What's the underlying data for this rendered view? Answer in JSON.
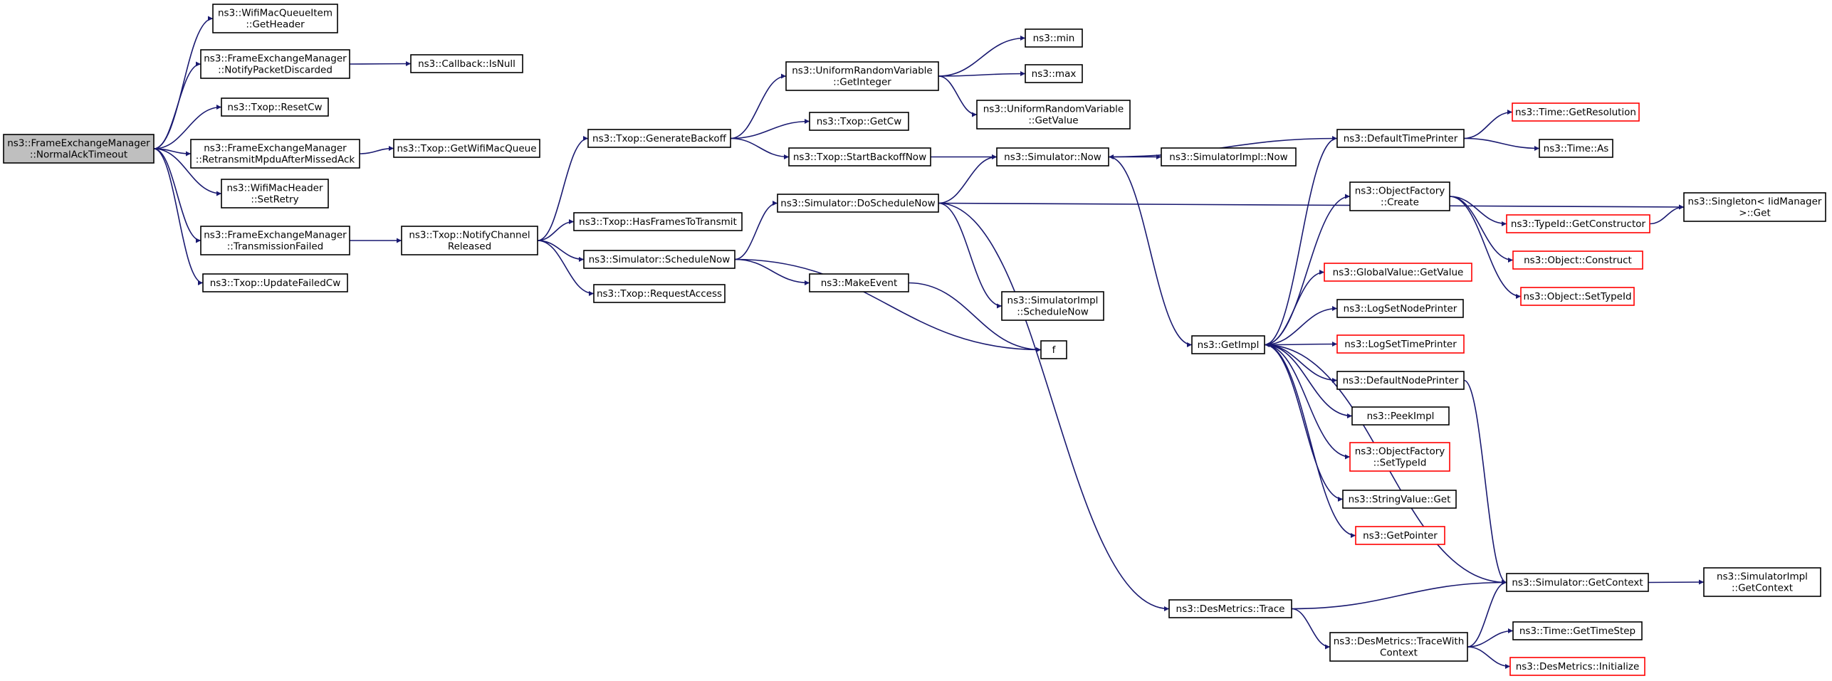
{
  "colors": {
    "edge": "#191970",
    "node_border": "#000000",
    "node_border_undocumented": "#ff0000",
    "root_fill": "#bfbfbf",
    "node_fill": "#ffffff"
  },
  "nodes": [
    {
      "id": "n0",
      "lines": [
        "ns3::FrameExchangeManager",
        "::NormalAckTimeout"
      ],
      "style": "root"
    },
    {
      "id": "n1",
      "lines": [
        "ns3::WifiMacQueueItem",
        "::GetHeader"
      ],
      "style": "normal"
    },
    {
      "id": "n2",
      "lines": [
        "ns3::FrameExchangeManager",
        "::NotifyPacketDiscarded"
      ],
      "style": "normal"
    },
    {
      "id": "n3",
      "lines": [
        "ns3::Callback::IsNull"
      ],
      "style": "normal"
    },
    {
      "id": "n4",
      "lines": [
        "ns3::Txop::ResetCw"
      ],
      "style": "normal"
    },
    {
      "id": "n5",
      "lines": [
        "ns3::FrameExchangeManager",
        "::RetransmitMpduAfterMissedAck"
      ],
      "style": "normal"
    },
    {
      "id": "n6",
      "lines": [
        "ns3::Txop::GetWifiMacQueue"
      ],
      "style": "normal"
    },
    {
      "id": "n7",
      "lines": [
        "ns3::WifiMacHeader",
        "::SetRetry"
      ],
      "style": "normal"
    },
    {
      "id": "n8",
      "lines": [
        "ns3::FrameExchangeManager",
        "::TransmissionFailed"
      ],
      "style": "normal"
    },
    {
      "id": "n9",
      "lines": [
        "ns3::Txop::NotifyChannel",
        "Released"
      ],
      "style": "normal"
    },
    {
      "id": "n10",
      "lines": [
        "ns3::Txop::UpdateFailedCw"
      ],
      "style": "normal"
    },
    {
      "id": "n11",
      "lines": [
        "ns3::Txop::GenerateBackoff"
      ],
      "style": "normal"
    },
    {
      "id": "n12",
      "lines": [
        "ns3::Txop::HasFramesToTransmit"
      ],
      "style": "normal"
    },
    {
      "id": "n13",
      "lines": [
        "ns3::Simulator::ScheduleNow"
      ],
      "style": "normal"
    },
    {
      "id": "n14",
      "lines": [
        "ns3::Txop::RequestAccess"
      ],
      "style": "normal"
    },
    {
      "id": "n15",
      "lines": [
        "ns3::UniformRandomVariable",
        "::GetInteger"
      ],
      "style": "normal"
    },
    {
      "id": "n16",
      "lines": [
        "ns3::Txop::GetCw"
      ],
      "style": "normal"
    },
    {
      "id": "n17",
      "lines": [
        "ns3::Txop::StartBackoffNow"
      ],
      "style": "normal"
    },
    {
      "id": "n18",
      "lines": [
        "ns3::min"
      ],
      "style": "normal"
    },
    {
      "id": "n19",
      "lines": [
        "ns3::max"
      ],
      "style": "normal"
    },
    {
      "id": "n20",
      "lines": [
        "ns3::UniformRandomVariable",
        "::GetValue"
      ],
      "style": "normal"
    },
    {
      "id": "n21",
      "lines": [
        "ns3::Simulator::DoScheduleNow"
      ],
      "style": "normal"
    },
    {
      "id": "n22",
      "lines": [
        "ns3::MakeEvent"
      ],
      "style": "normal"
    },
    {
      "id": "n23",
      "lines": [
        "f"
      ],
      "style": "normal"
    },
    {
      "id": "n24",
      "lines": [
        "ns3::Simulator::Now"
      ],
      "style": "normal"
    },
    {
      "id": "n25",
      "lines": [
        "ns3::SimulatorImpl::Now"
      ],
      "style": "normal"
    },
    {
      "id": "n26",
      "lines": [
        "ns3::SimulatorImpl",
        "::ScheduleNow"
      ],
      "style": "normal"
    },
    {
      "id": "n27",
      "lines": [
        "ns3::DesMetrics::Trace"
      ],
      "style": "normal"
    },
    {
      "id": "n28",
      "lines": [
        "ns3::GetImpl"
      ],
      "style": "normal"
    },
    {
      "id": "n29",
      "lines": [
        "ns3::DefaultTimePrinter"
      ],
      "style": "normal"
    },
    {
      "id": "n30",
      "lines": [
        "ns3::Time::GetResolution"
      ],
      "style": "undocumented"
    },
    {
      "id": "n31",
      "lines": [
        "ns3::Time::As"
      ],
      "style": "normal"
    },
    {
      "id": "n32",
      "lines": [
        "ns3::ObjectFactory",
        "::Create"
      ],
      "style": "normal"
    },
    {
      "id": "n33",
      "lines": [
        "ns3::TypeId::GetConstructor"
      ],
      "style": "undocumented"
    },
    {
      "id": "n34",
      "lines": [
        "ns3::Object::Construct"
      ],
      "style": "undocumented"
    },
    {
      "id": "n35",
      "lines": [
        "ns3::Object::SetTypeId"
      ],
      "style": "undocumented"
    },
    {
      "id": "n36",
      "lines": [
        "ns3::Singleton< IidManager",
        " >::Get"
      ],
      "style": "normal"
    },
    {
      "id": "n37",
      "lines": [
        "ns3::GlobalValue::GetValue"
      ],
      "style": "undocumented"
    },
    {
      "id": "n38",
      "lines": [
        "ns3::LogSetNodePrinter"
      ],
      "style": "normal"
    },
    {
      "id": "n39",
      "lines": [
        "ns3::LogSetTimePrinter"
      ],
      "style": "undocumented"
    },
    {
      "id": "n40",
      "lines": [
        "ns3::DefaultNodePrinter"
      ],
      "style": "normal"
    },
    {
      "id": "n41",
      "lines": [
        "ns3::PeekImpl"
      ],
      "style": "normal"
    },
    {
      "id": "n42",
      "lines": [
        "ns3::ObjectFactory",
        "::SetTypeId"
      ],
      "style": "undocumented"
    },
    {
      "id": "n43",
      "lines": [
        "ns3::StringValue::Get"
      ],
      "style": "normal"
    },
    {
      "id": "n44",
      "lines": [
        "ns3::GetPointer"
      ],
      "style": "undocumented"
    },
    {
      "id": "n45",
      "lines": [
        "ns3::Simulator::GetContext"
      ],
      "style": "normal"
    },
    {
      "id": "n46",
      "lines": [
        "ns3::SimulatorImpl",
        "::GetContext"
      ],
      "style": "normal"
    },
    {
      "id": "n47",
      "lines": [
        "ns3::DesMetrics::TraceWith",
        "Context"
      ],
      "style": "normal"
    },
    {
      "id": "n48",
      "lines": [
        "ns3::Time::GetTimeStep"
      ],
      "style": "normal"
    },
    {
      "id": "n49",
      "lines": [
        "ns3::DesMetrics::Initialize"
      ],
      "style": "undocumented"
    }
  ],
  "edges": [
    [
      "n0",
      "n1"
    ],
    [
      "n0",
      "n2"
    ],
    [
      "n0",
      "n4"
    ],
    [
      "n0",
      "n5"
    ],
    [
      "n0",
      "n7"
    ],
    [
      "n0",
      "n8"
    ],
    [
      "n0",
      "n10"
    ],
    [
      "n2",
      "n3"
    ],
    [
      "n5",
      "n6"
    ],
    [
      "n8",
      "n9"
    ],
    [
      "n9",
      "n11"
    ],
    [
      "n9",
      "n12"
    ],
    [
      "n9",
      "n13"
    ],
    [
      "n9",
      "n14"
    ],
    [
      "n11",
      "n15"
    ],
    [
      "n11",
      "n16"
    ],
    [
      "n11",
      "n17"
    ],
    [
      "n15",
      "n18"
    ],
    [
      "n15",
      "n19"
    ],
    [
      "n15",
      "n20"
    ],
    [
      "n17",
      "n24"
    ],
    [
      "n13",
      "n21"
    ],
    [
      "n13",
      "n22"
    ],
    [
      "n13",
      "n23"
    ],
    [
      "n22",
      "n23"
    ],
    [
      "n21",
      "n24"
    ],
    [
      "n21",
      "n36"
    ],
    [
      "n21",
      "n26"
    ],
    [
      "n21",
      "n27"
    ],
    [
      "n24",
      "n25"
    ],
    [
      "n24",
      "n28"
    ],
    [
      "n29",
      "n24"
    ],
    [
      "n29",
      "n30"
    ],
    [
      "n29",
      "n31"
    ],
    [
      "n28",
      "n29"
    ],
    [
      "n28",
      "n32"
    ],
    [
      "n28",
      "n37"
    ],
    [
      "n28",
      "n38"
    ],
    [
      "n28",
      "n39"
    ],
    [
      "n28",
      "n40"
    ],
    [
      "n28",
      "n41"
    ],
    [
      "n28",
      "n42"
    ],
    [
      "n28",
      "n43"
    ],
    [
      "n28",
      "n44"
    ],
    [
      "n32",
      "n33"
    ],
    [
      "n32",
      "n34"
    ],
    [
      "n32",
      "n35"
    ],
    [
      "n33",
      "n36"
    ],
    [
      "n40",
      "n45"
    ],
    [
      "n45",
      "n28"
    ],
    [
      "n45",
      "n46"
    ],
    [
      "n27",
      "n45"
    ],
    [
      "n27",
      "n47"
    ],
    [
      "n47",
      "n45"
    ],
    [
      "n47",
      "n48"
    ],
    [
      "n47",
      "n49"
    ]
  ]
}
